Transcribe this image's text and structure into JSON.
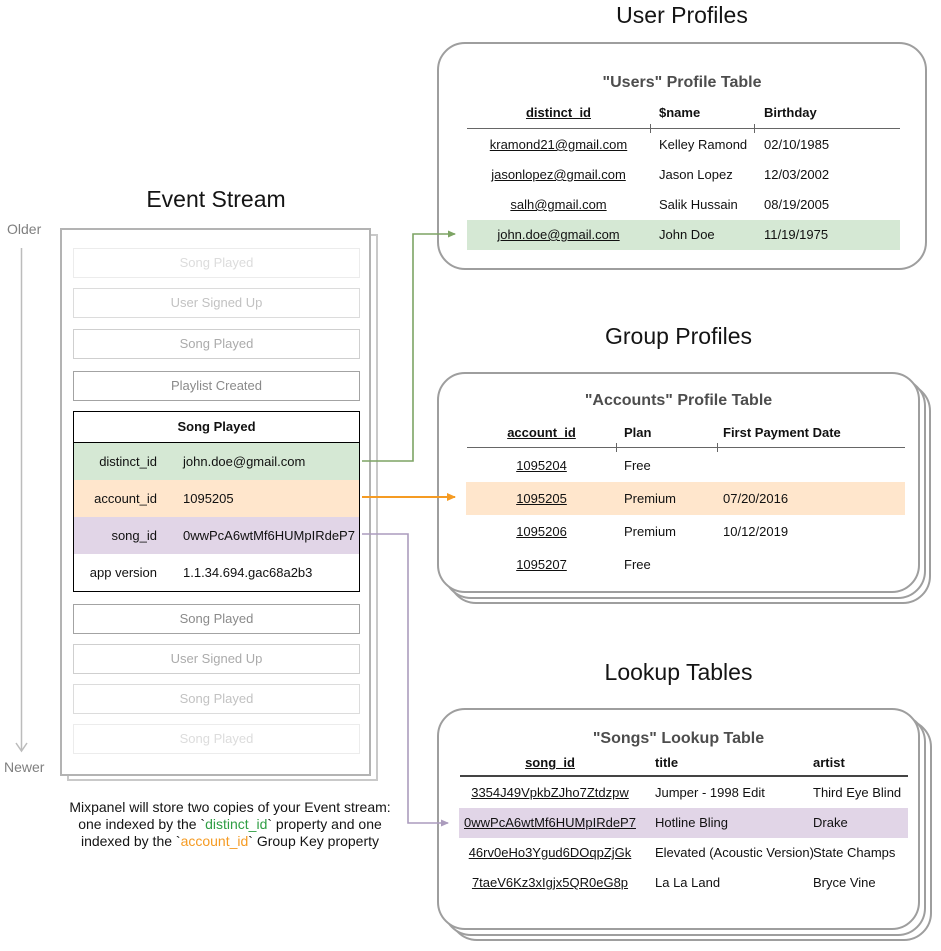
{
  "left_rail": {
    "older": "Older",
    "newer": "Newer"
  },
  "event_stream": {
    "title": "Event Stream",
    "faded_events_top": [
      "Song Played",
      "User Signed Up",
      "Song Played",
      "Playlist Created"
    ],
    "detail": {
      "header": "Song Played",
      "rows": [
        {
          "key": "distinct_id",
          "value": "john.doe@gmail.com"
        },
        {
          "key": "account_id",
          "value": "1095205"
        },
        {
          "key": "song_id",
          "value": "0wwPcA6wtMf6HUMpIRdeP7"
        },
        {
          "key": "app version",
          "value": "1.1.34.694.gac68a2b3"
        }
      ]
    },
    "faded_events_bottom": [
      "Song Played",
      "User Signed Up",
      "Song Played",
      "Song Played"
    ]
  },
  "user_profiles": {
    "section_title": "User Profiles",
    "card_title": "\"Users\" Profile Table",
    "columns": [
      "distinct_id",
      "$name",
      "Birthday"
    ],
    "rows": [
      [
        "kramond21@gmail.com",
        "Kelley Ramond",
        "02/10/1985"
      ],
      [
        "jasonlopez@gmail.com",
        "Jason Lopez",
        "12/03/2002"
      ],
      [
        "salh@gmail.com",
        "Salik Hussain",
        "08/19/2005"
      ],
      [
        "john.doe@gmail.com",
        "John Doe",
        "11/19/1975"
      ]
    ],
    "highlighted_row": "john.doe@gmail.com"
  },
  "group_profiles": {
    "section_title": "Group Profiles",
    "card_title": "\"Accounts\" Profile Table",
    "columns": [
      "account_id",
      "Plan",
      "First Payment Date"
    ],
    "rows": [
      [
        "1095204",
        "Free",
        ""
      ],
      [
        "1095205",
        "Premium",
        "07/20/2016"
      ],
      [
        "1095206",
        "Premium",
        "10/12/2019"
      ],
      [
        "1095207",
        "Free",
        ""
      ]
    ],
    "highlighted_row": "1095205"
  },
  "lookup_tables": {
    "section_title": "Lookup Tables",
    "card_title": "\"Songs\" Lookup Table",
    "columns": [
      "song_id",
      "title",
      "artist"
    ],
    "rows": [
      [
        "3354J49VpkbZJho7Ztdzpw",
        "Jumper - 1998 Edit",
        "Third Eye Blind"
      ],
      [
        "0wwPcA6wtMf6HUMpIRdeP7",
        "Hotline Bling",
        "Drake"
      ],
      [
        "46rv0eHo3Ygud6DOqpZjGk",
        "Elevated (Acoustic Version)",
        "State Champs"
      ],
      [
        "7taeV6Kz3xIgjx5QR0eG8p",
        "La La Land",
        "Bryce Vine"
      ]
    ],
    "highlighted_row": "0wwPcA6wtMf6HUMpIRdeP7"
  },
  "caption": {
    "line1": "Mixpanel will store two copies of your Event stream:",
    "line2_pre": "one indexed by the `",
    "line2_code": "distinct_id",
    "line2_post": "` property and one",
    "line3_pre": "indexed by the `",
    "line3_code": "account_id",
    "line3_post": "` Group Key property"
  },
  "colors": {
    "green_fill": "#d5e8d4",
    "orange_fill": "#ffe6cc",
    "purple_fill": "#e1d5e7",
    "green_arrow": "#7da464",
    "orange_arrow": "#f59b23",
    "purple_arrow": "#ab9cbd",
    "caption_green": "#2f9e44",
    "caption_orange": "#f59b23"
  }
}
